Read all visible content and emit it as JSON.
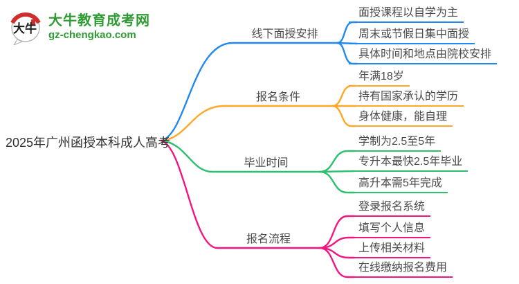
{
  "site": {
    "logo_text": "大牛",
    "name": "大牛教育成考网",
    "domain": "gz-chengkao.com",
    "brand_color": "#2e9c33",
    "logo_accent_color": "#cf2e2e"
  },
  "root": {
    "label": "2025年广州函授本科成人高考"
  },
  "branches": [
    {
      "label": "线下面授安排",
      "color": "#2188f3",
      "children": [
        "面授课程以自学为主",
        "周末或节假日集中面授",
        "具体时间和地点由院校安排"
      ]
    },
    {
      "label": "报名条件",
      "color": "#ffa726",
      "children": [
        "年满18岁",
        "持有国家承认的学历",
        "身体健康，能自理"
      ]
    },
    {
      "label": "毕业时间",
      "color": "#2cc06e",
      "children": [
        "学制为2.5至5年",
        "专升本最快2.5年毕业",
        "高升本需5年完成"
      ]
    },
    {
      "label": "报名流程",
      "color": "#f2157f",
      "children": [
        "登录报名系统",
        "填写个人信息",
        "上传相关材料",
        "在线缴纳报名费用"
      ]
    }
  ]
}
